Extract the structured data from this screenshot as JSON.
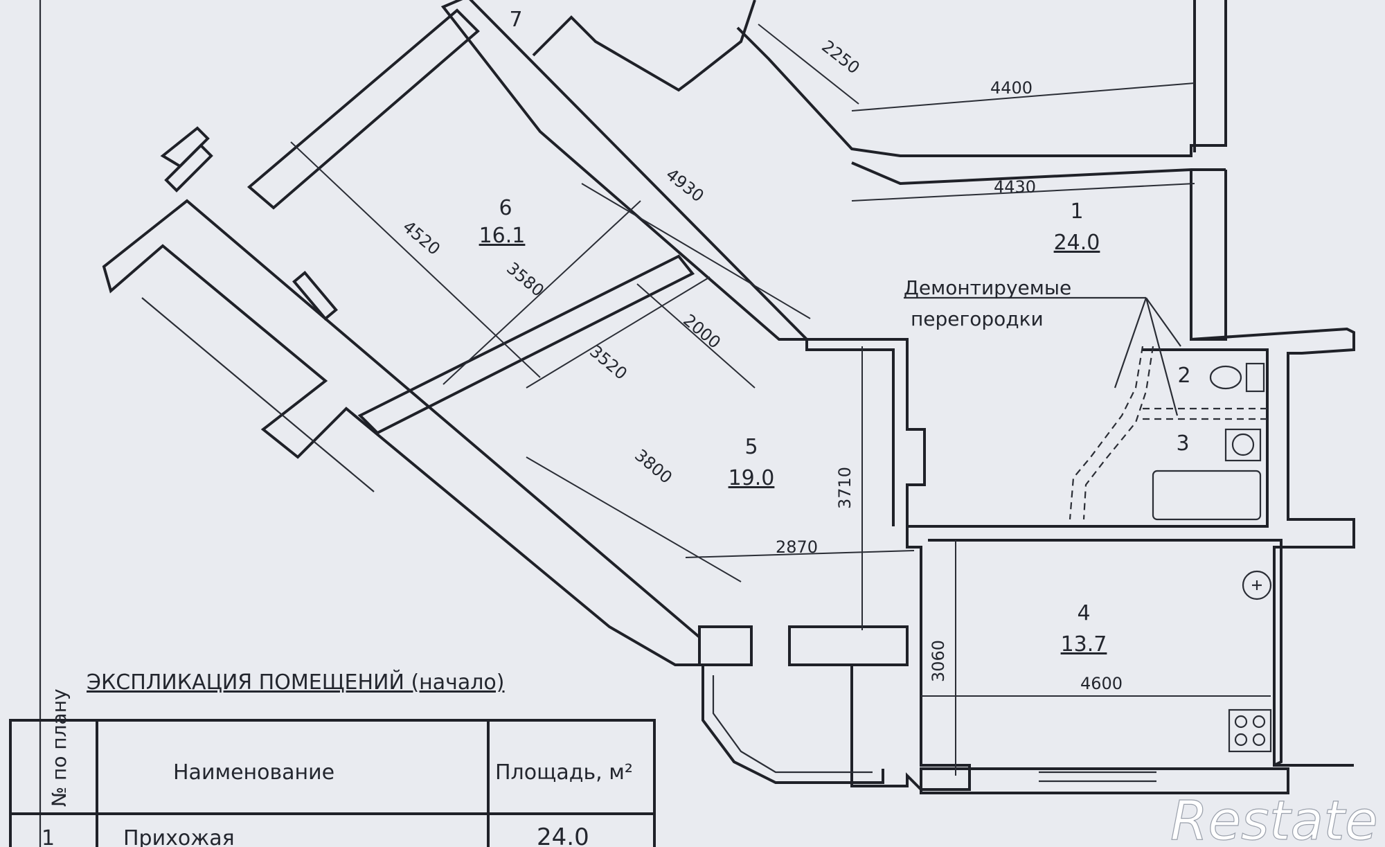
{
  "plan": {
    "rooms": [
      {
        "number": "1",
        "area": "24.0"
      },
      {
        "number": "2",
        "area": ""
      },
      {
        "number": "3",
        "area": ""
      },
      {
        "number": "4",
        "area": "13.7"
      },
      {
        "number": "5",
        "area": "19.0"
      },
      {
        "number": "6",
        "area": "16.1"
      },
      {
        "number": "7",
        "area": ""
      }
    ],
    "dimensions": {
      "d2250": "2250",
      "d4400": "4400",
      "d4430": "4430",
      "d4930": "4930",
      "d4520": "4520",
      "d3580": "3580",
      "d2000": "2000",
      "d3520": "3520",
      "d3800": "3800",
      "d3710": "3710",
      "d2870": "2870",
      "d3060": "3060",
      "d4600": "4600"
    },
    "annotation_line1": "Демонтируемые",
    "annotation_line2": "перегородки"
  },
  "explication": {
    "title": "ЭКСПЛИКАЦИЯ ПОМЕЩЕНИЙ (начало)",
    "headers": [
      "№ по плану",
      "Наименование",
      "Площадь, м²"
    ],
    "rows": [
      {
        "number": "1",
        "name": "Прихожая",
        "area": "24.0"
      }
    ]
  },
  "watermark": "Restate",
  "colors": {
    "paper": "#e9ebf0",
    "ink": "#1f2128"
  }
}
